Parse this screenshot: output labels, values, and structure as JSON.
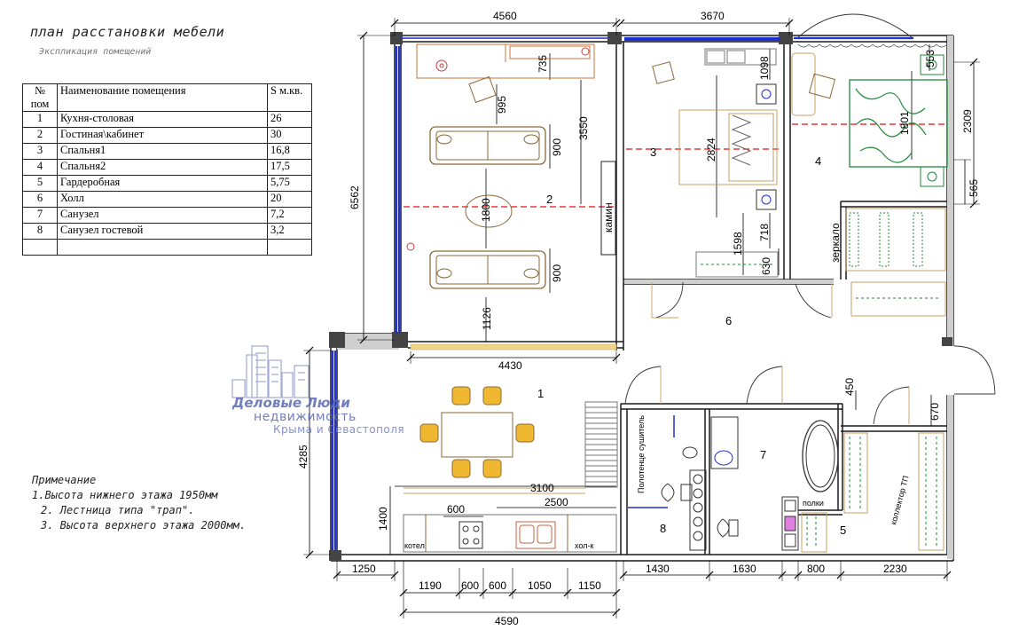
{
  "header": {
    "title": "план расстановки мебели",
    "subtitle": "Экспликация помещений"
  },
  "table": {
    "headers": {
      "num": "№ пом",
      "name": "Наименование помещения",
      "area": "S м.кв."
    },
    "rows": [
      {
        "num": "1",
        "name": "Кухня-столовая",
        "area": "26"
      },
      {
        "num": "2",
        "name": "Гостиная\\кабинет",
        "area": "30"
      },
      {
        "num": "3",
        "name": "Спальня1",
        "area": "16,8"
      },
      {
        "num": "4",
        "name": "Спальня2",
        "area": "17,5"
      },
      {
        "num": "5",
        "name": "Гардеробная",
        "area": "5,75"
      },
      {
        "num": "6",
        "name": "Холл",
        "area": "20"
      },
      {
        "num": "7",
        "name": "Санузел",
        "area": "7,2"
      },
      {
        "num": "8",
        "name": "Санузел гостевой",
        "area": "3,2"
      }
    ]
  },
  "notes": {
    "heading": "Примечание",
    "items": [
      "1.Высота нижнего этажа 1950мм",
      "2.    Лестница типа \"трап\".",
      "3.    Высота верхнего этажа 2000мм."
    ]
  },
  "logo": {
    "line1": "Деловые Люди",
    "line2": "недвижимость",
    "line3": "Крыма и Севастополя"
  },
  "plan": {
    "dims": {
      "d4560": "4560",
      "d3670": "3670",
      "d735": "735",
      "d995": "995",
      "d3550": "3550",
      "d900a": "900",
      "d900b": "900",
      "d1800": "1800",
      "d1126": "1126",
      "d4430": "4430",
      "d6562": "6562",
      "d1098": "1098",
      "d2824": "2824",
      "d1598": "1598",
      "d718": "718",
      "d630": "630",
      "d553": "553",
      "d1801": "1801",
      "d2309": "2309",
      "d565": "565",
      "d450": "450",
      "d670": "670",
      "d4285": "4285",
      "d1400": "1400",
      "d600a": "600",
      "d3100": "3100",
      "d2500": "2500",
      "d1250": "1250",
      "d1190": "1190",
      "d600b": "600",
      "d600c": "600",
      "d1050": "1050",
      "d1150": "1150",
      "d4590": "4590",
      "d1430": "1430",
      "d1630": "1630",
      "d800": "800",
      "d2230": "2230"
    },
    "rooms": {
      "r1": "1",
      "r2": "2",
      "r3": "3",
      "r4": "4",
      "r5": "5",
      "r6": "6",
      "r7": "7",
      "r8": "8"
    },
    "labels": {
      "kamin": "камин",
      "zerkalo": "зеркало",
      "polotence": "Полотенце сушитель",
      "kollektor": "коллектор ТП",
      "polki": "полки",
      "kotel": "котел",
      "holk": "хол-к"
    }
  },
  "colors": {
    "wall": "#1a1a1a",
    "window": "#1f2fd0",
    "furniture": "#b8924a",
    "dash": "#e01010",
    "dimline": "#000000",
    "green": "#1f8a3a"
  }
}
